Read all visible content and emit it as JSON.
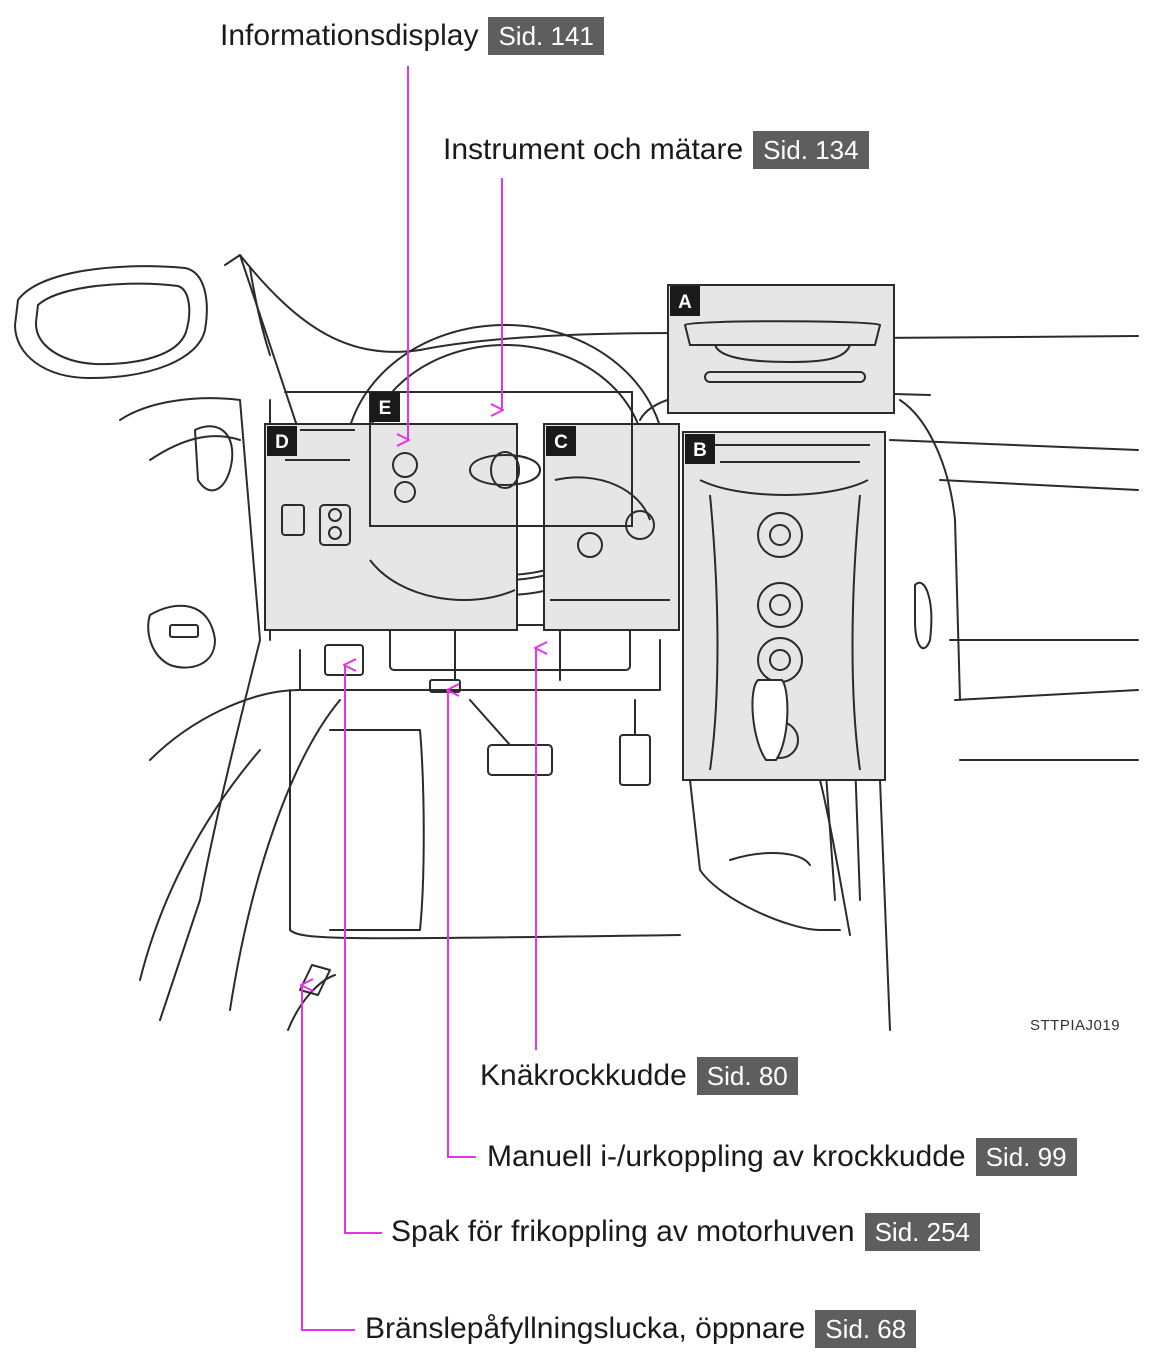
{
  "callouts": [
    {
      "id": "info",
      "label": "Informationsdisplay",
      "page": "Sid. 141"
    },
    {
      "id": "instr",
      "label": "Instrument och mätare",
      "page": "Sid. 134"
    },
    {
      "id": "knee",
      "label": "Knäkrockkudde",
      "page": "Sid. 80"
    },
    {
      "id": "airbag",
      "label": "Manuell i-/urkoppling av krockkudde",
      "page": "Sid. 99"
    },
    {
      "id": "hood",
      "label": "Spak för frikoppling av motorhuven",
      "page": "Sid. 254"
    },
    {
      "id": "fuel",
      "label": "Bränslepåfyllningslucka, öppnare",
      "page": "Sid. 68"
    }
  ],
  "box_labels": {
    "a": "A",
    "b": "B",
    "c": "C",
    "d": "D",
    "e": "E"
  },
  "image_code": "STTPIAJ019",
  "colors": {
    "leader": "#e633e6",
    "badge": "#5e5e5e",
    "line": "#2b2b2b",
    "box_fill": "#e6e6e6"
  }
}
